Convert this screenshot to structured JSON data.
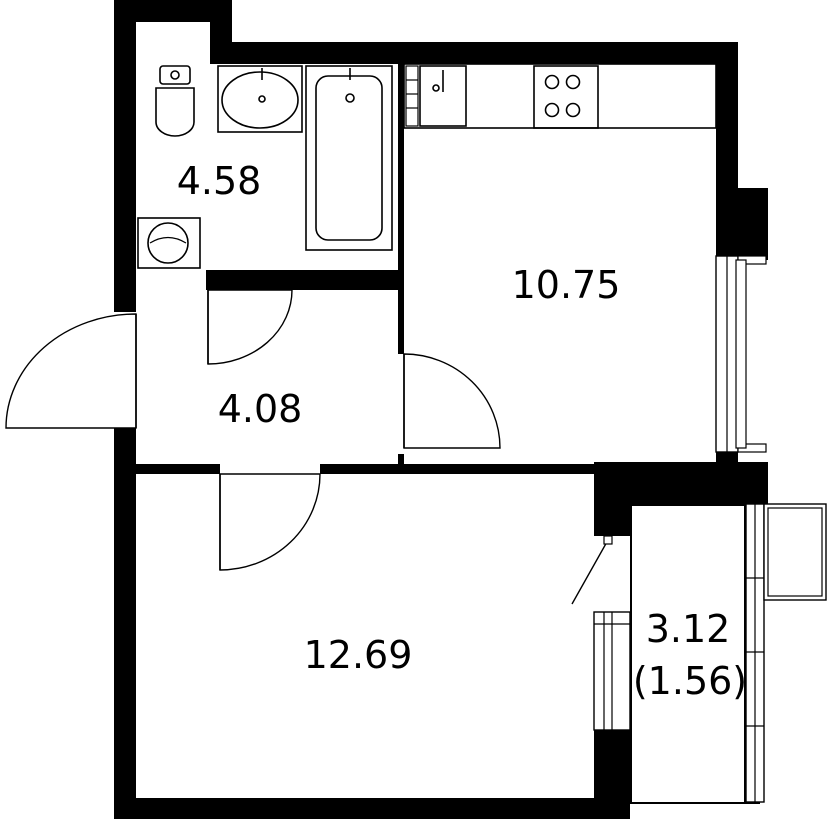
{
  "rooms": {
    "bathroom": {
      "area": "4.58"
    },
    "kitchen": {
      "area": "10.75"
    },
    "hallway": {
      "area": "4.08"
    },
    "living_room": {
      "area": "12.69"
    },
    "balcony": {
      "area": "3.12",
      "reduced_area": "(1.56)"
    }
  },
  "colors": {
    "wall": "#000000",
    "floor": "#ffffff"
  }
}
